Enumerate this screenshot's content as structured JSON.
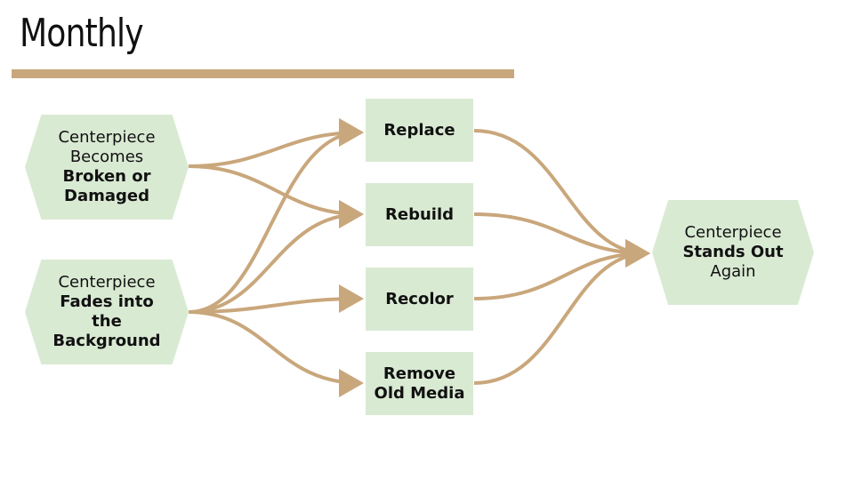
{
  "title": "Monthly",
  "sources": [
    {
      "line1": "Centerpiece",
      "line2": "Becomes",
      "line3": "Broken or",
      "line4": "Damaged"
    },
    {
      "line1": "Centerpiece",
      "line2": "Fades into",
      "line3": "the",
      "line4": "Background"
    }
  ],
  "actions": [
    {
      "line1": "Replace",
      "line2": ""
    },
    {
      "line1": "Rebuild",
      "line2": ""
    },
    {
      "line1": "Recolor",
      "line2": ""
    },
    {
      "line1": "Remove",
      "line2": "Old Media"
    }
  ],
  "outcome": {
    "line1": "Centerpiece",
    "line2": "Stands Out",
    "line3": "Again"
  },
  "colors": {
    "node_fill": "#d9ead3",
    "connector": "#c9a77c",
    "title_rule": "#c9a77c"
  }
}
